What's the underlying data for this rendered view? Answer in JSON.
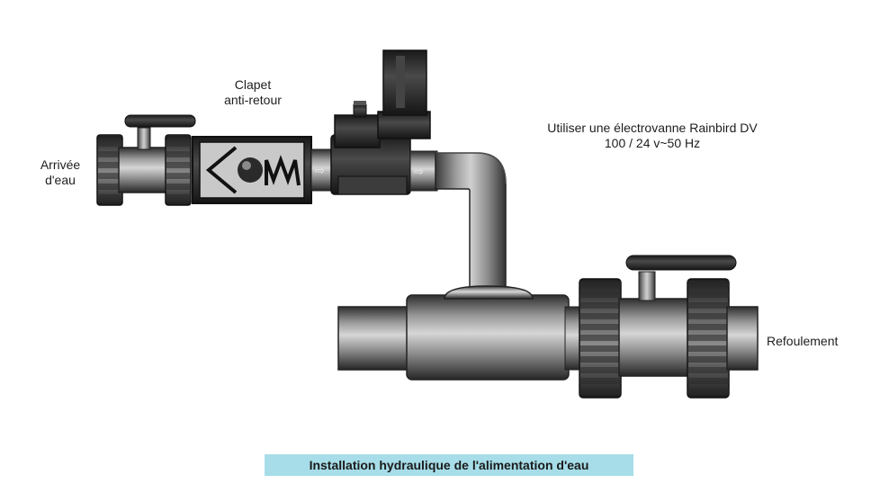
{
  "labels": {
    "inlet_line1": "Arrivée",
    "inlet_line2": "d'eau",
    "check_valve_line1": "Clapet",
    "check_valve_line2": "anti-retour",
    "solenoid_line1": "Utiliser une électrovanne Rainbird DV",
    "solenoid_line2": "100 / 24 v~50 Hz",
    "outlet": "Refoulement"
  },
  "caption": "Installation hydraulique de l'alimentation d'eau"
}
